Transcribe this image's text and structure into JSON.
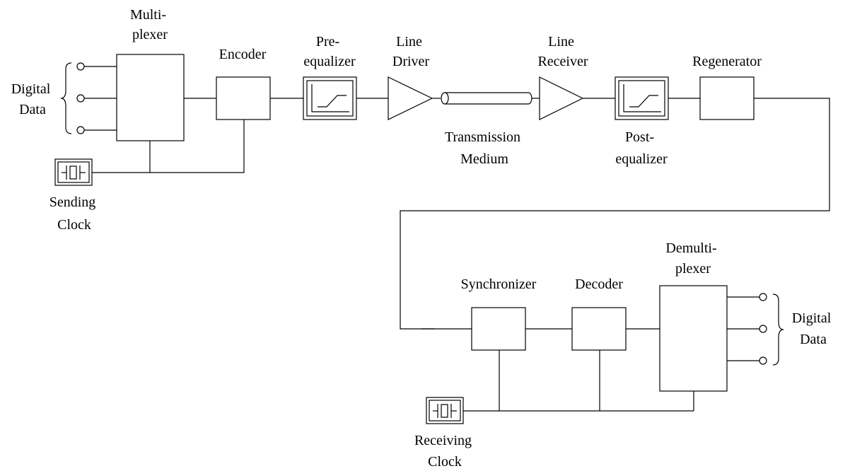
{
  "labels": {
    "multiplexer": [
      "Multi-",
      "plexer"
    ],
    "encoder": [
      "Encoder"
    ],
    "pre_equalizer": [
      "Pre-",
      "equalizer"
    ],
    "line_driver": [
      "Line",
      "Driver"
    ],
    "line_receiver": [
      "Line",
      "Receiver"
    ],
    "regenerator": [
      "Regenerator"
    ],
    "transmission_medium": [
      "Transmission",
      "Medium"
    ],
    "post_equalizer": [
      "Post-",
      "equalizer"
    ],
    "digital_data_in": [
      "Digital",
      "Data"
    ],
    "sending_clock": [
      "Sending",
      "Clock"
    ],
    "synchronizer": [
      "Synchronizer"
    ],
    "decoder": [
      "Decoder"
    ],
    "demultiplexer": [
      "Demulti-",
      "plexer"
    ],
    "digital_data_out": [
      "Digital",
      "Data"
    ],
    "receiving_clock": [
      "Receiving",
      "Clock"
    ]
  }
}
